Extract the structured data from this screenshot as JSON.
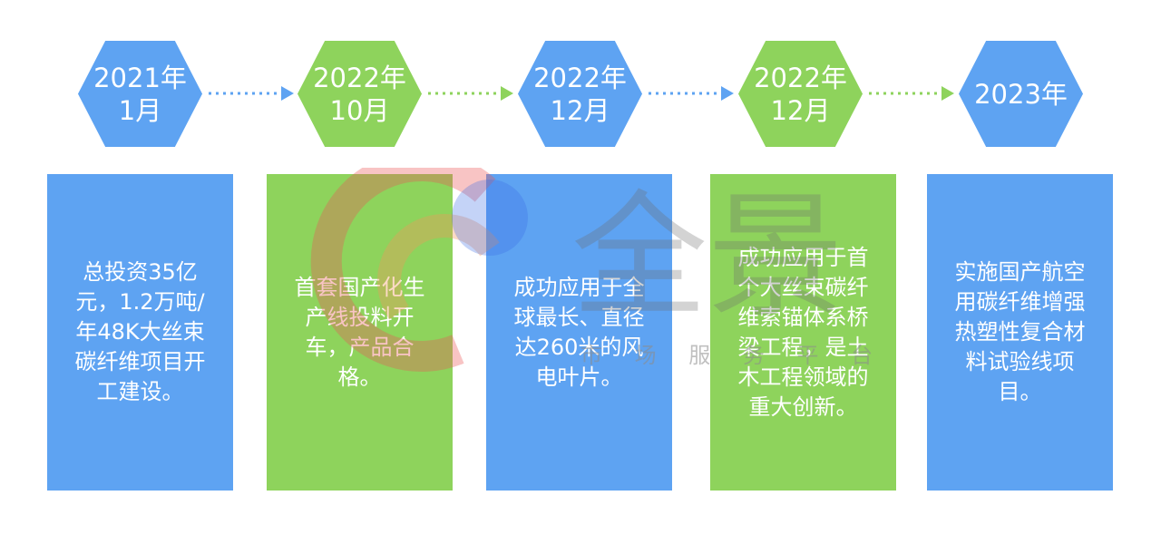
{
  "steps": [
    {
      "date": "2021年\n1月",
      "desc": "总投资35亿元，1.2万吨/年48K大丝束碳纤维项目开工建设。",
      "color": "blue"
    },
    {
      "date": "2022年\n10月",
      "desc": "首套国产化生产线投料开车，产品合格。",
      "color": "green"
    },
    {
      "date": "2022年\n12月",
      "desc": "成功应用于全球最长、直径达260米的风电叶片。",
      "color": "blue"
    },
    {
      "date": "2022年\n12月",
      "desc": "成功应用于首个大丝束碳纤维索锚体系桥梁工程，是土木工程领域的重大创新。",
      "color": "green"
    },
    {
      "date": "2023年",
      "desc": "实施国产航空用碳纤维增强热塑性复合材料试验线项目。",
      "color": "blue"
    }
  ],
  "arrow_colors": [
    "#5ea3f2",
    "#8ed35c",
    "#5ea3f2",
    "#8ed35c"
  ],
  "watermark": {
    "brand": "全景",
    "subtitle": "市 场 服 务 平 台"
  }
}
